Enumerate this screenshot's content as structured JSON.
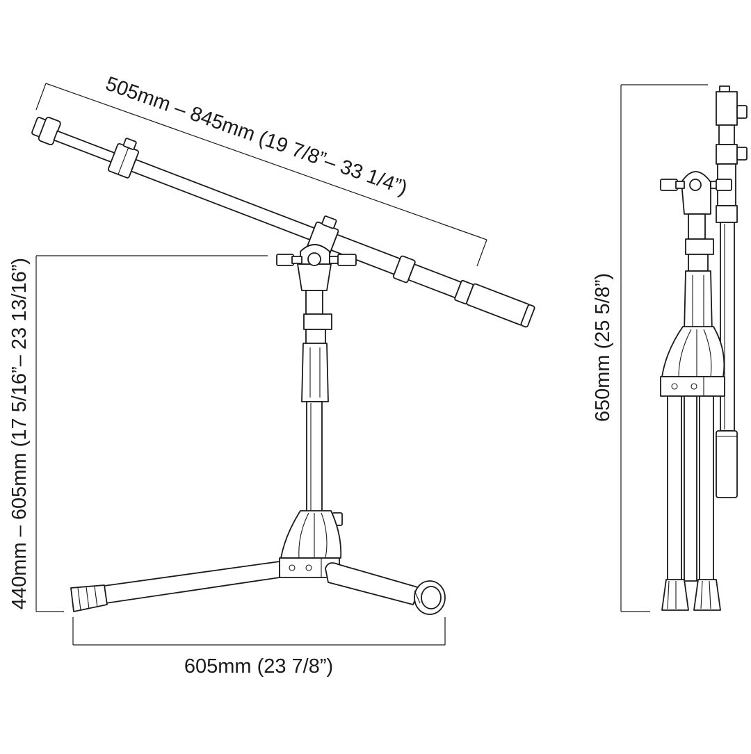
{
  "dimensions": {
    "boom_length": "505mm – 845mm (19 7/8”– 33 1/4”)",
    "stand_height": "440mm – 605mm (17 5/16”– 23 13/16”)",
    "base_width": "605mm (23 7/8”)",
    "folded_height": "650mm (25 5/8”)"
  },
  "colors": {
    "line": "#1a1a1a",
    "background": "#ffffff"
  }
}
